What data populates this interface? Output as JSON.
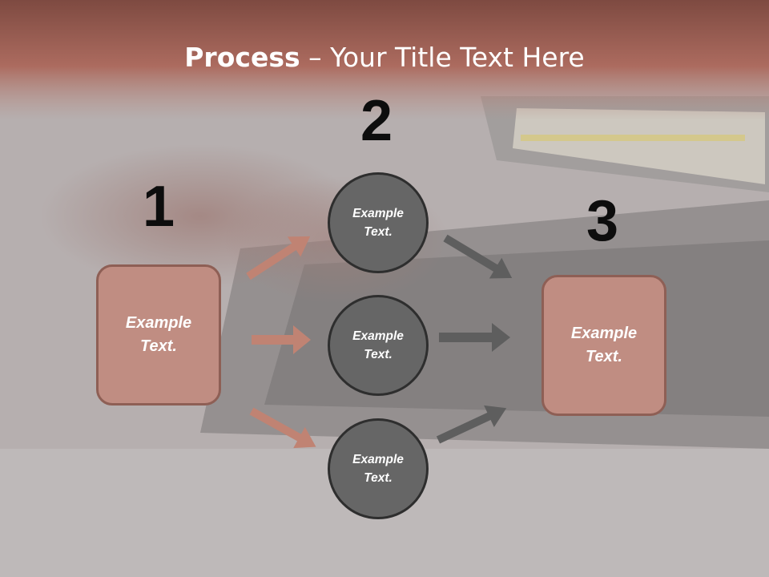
{
  "title": {
    "bold": "Process",
    "rest": " – Your Title Text Here"
  },
  "steps": [
    {
      "number": "1",
      "text": "Example\nText."
    },
    {
      "number": "2",
      "texts": [
        "Example\nText.",
        "Example\nText.",
        "Example\nText."
      ]
    },
    {
      "number": "3",
      "text": "Example\nText."
    }
  ],
  "colors": {
    "header_band": "#a8665a",
    "box_fill": "#c08d82",
    "box_border": "#8e5f55",
    "circle_fill": "#666666",
    "circle_border": "#2e2e2e",
    "arrow_left": "#c08373",
    "arrow_right": "#5e5e5e"
  }
}
